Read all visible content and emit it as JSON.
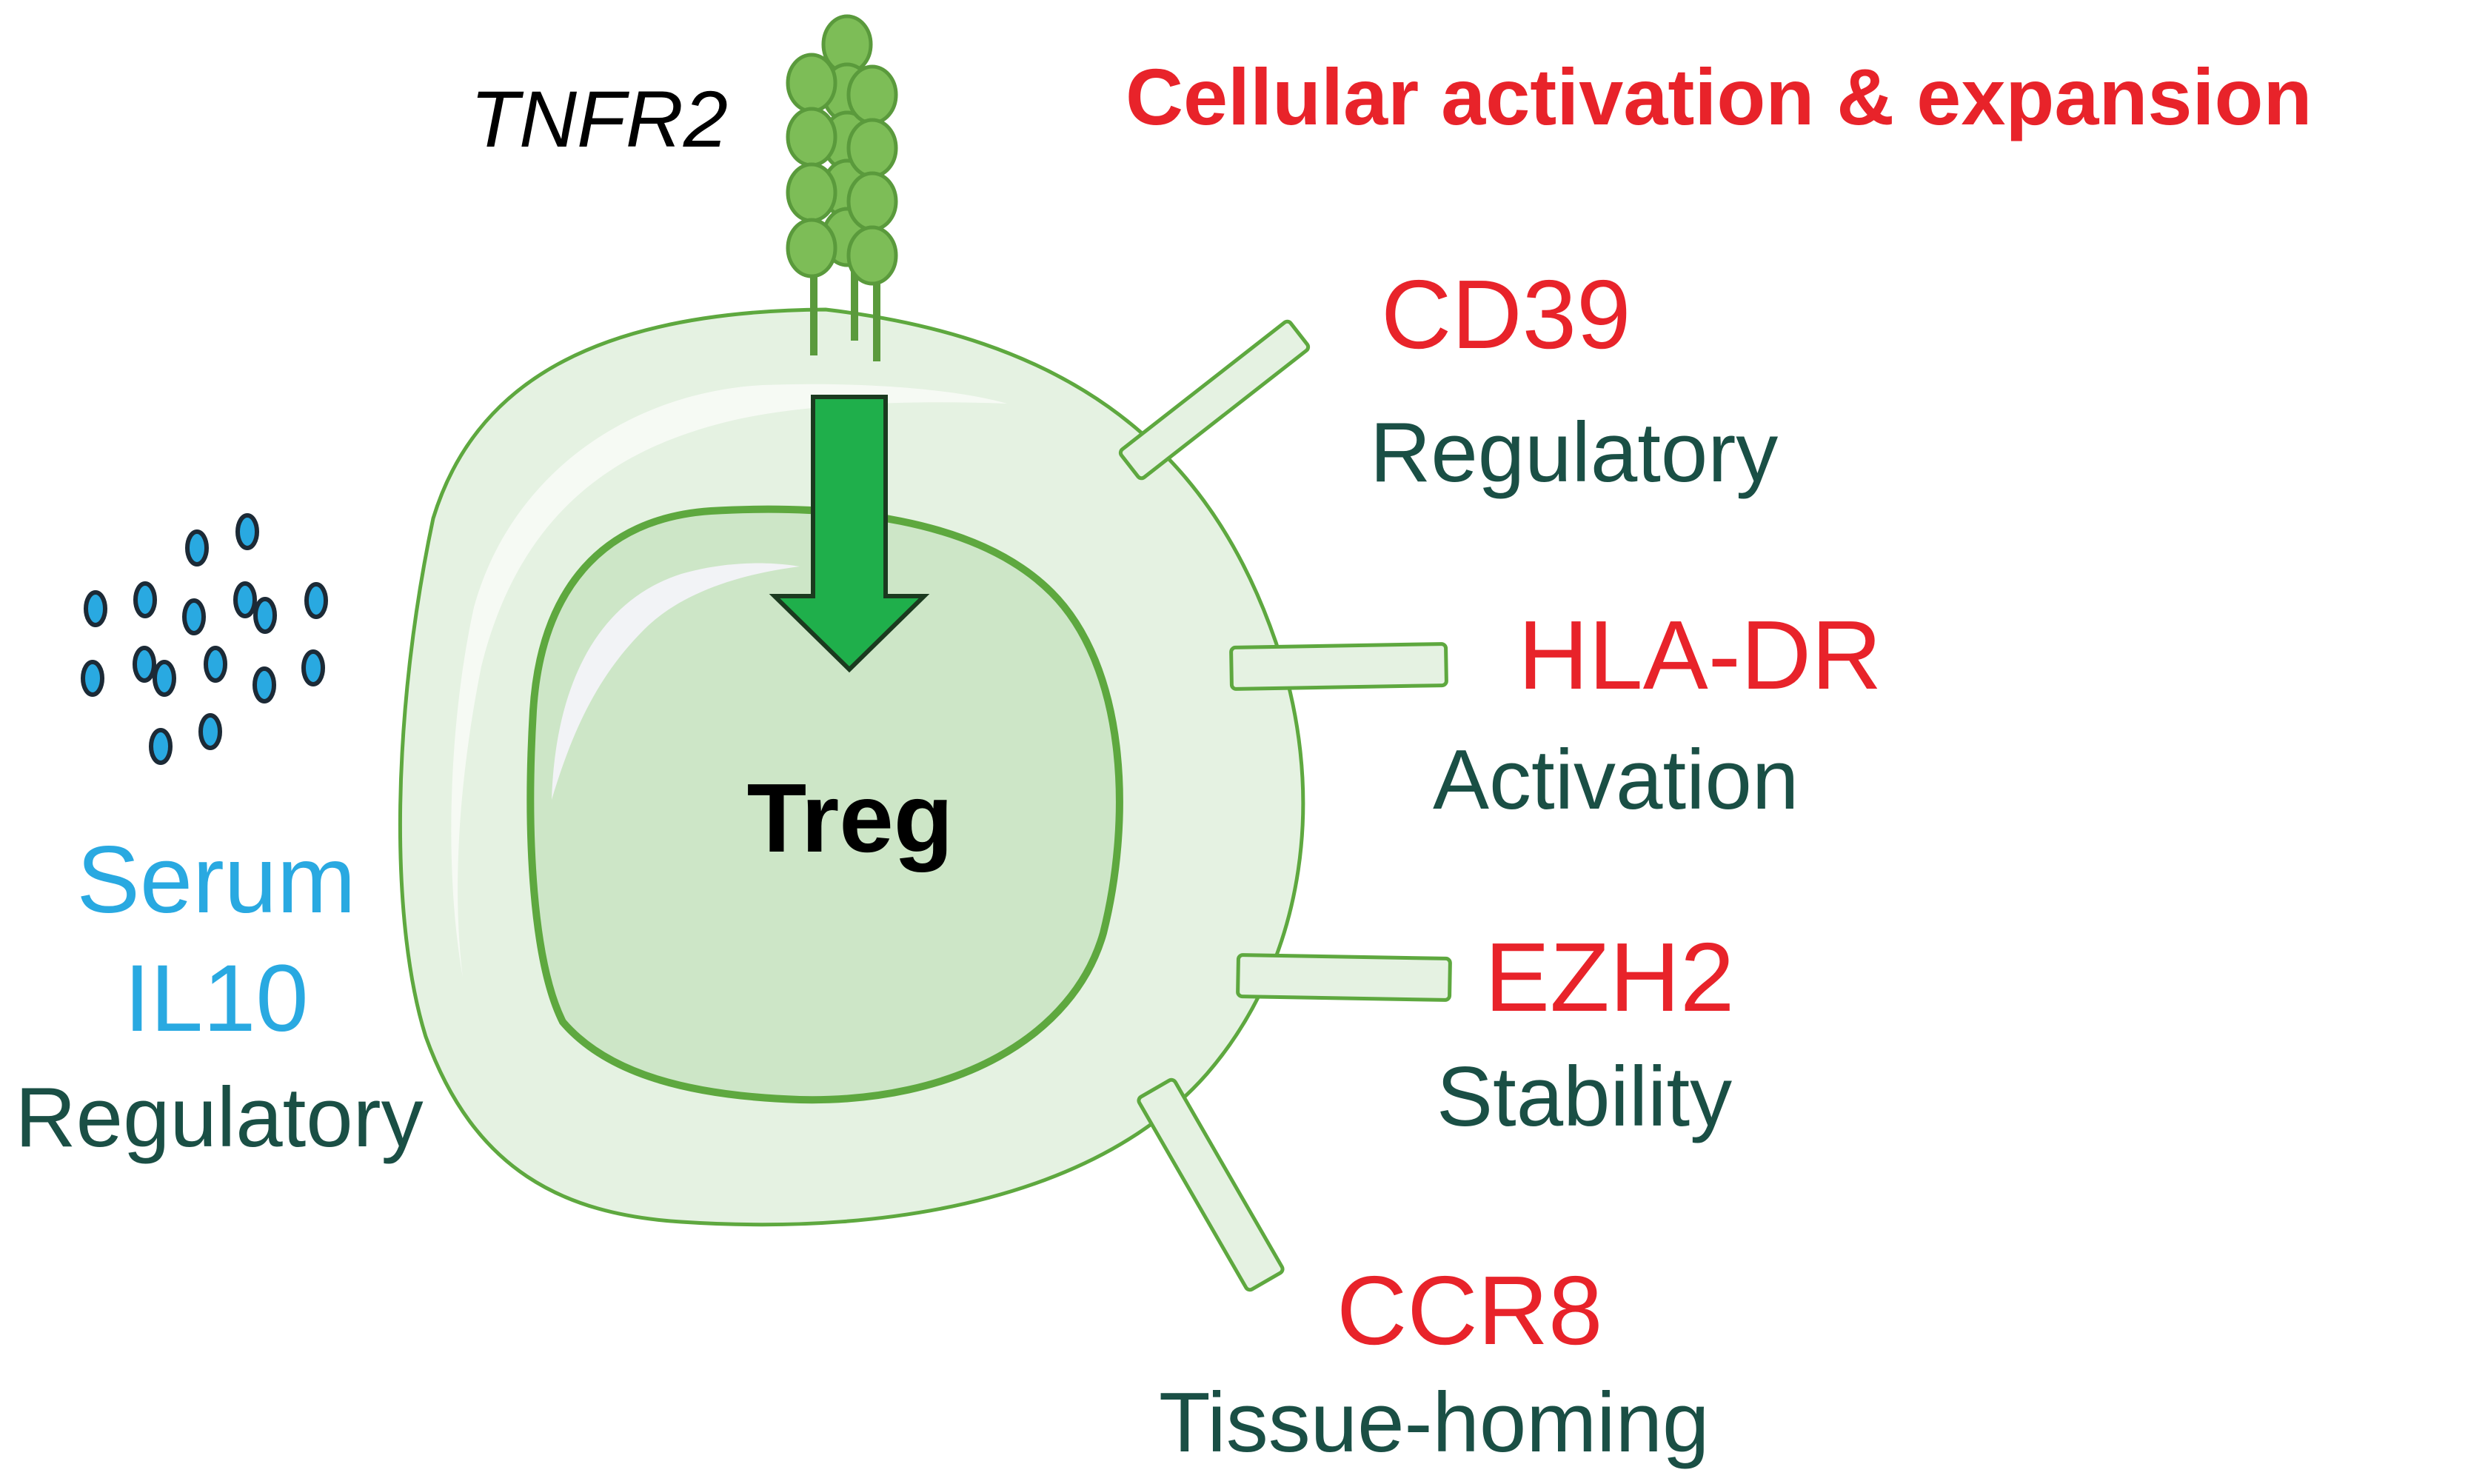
{
  "receptor": {
    "label": "TNFR2"
  },
  "header": {
    "text": "Cellular activation & expansion"
  },
  "cell": {
    "label": "Treg"
  },
  "serum": {
    "line1": "Serum",
    "line2": "IL10",
    "role": "Regulatory"
  },
  "markers": [
    {
      "name": "CD39",
      "role": "Regulatory"
    },
    {
      "name": "HLA-DR",
      "role": "Activation"
    },
    {
      "name": "EZH2",
      "role": "Stability"
    },
    {
      "name": "CCR8",
      "role": "Tissue-homing"
    }
  ],
  "colors": {
    "marker_red": "#e8232a",
    "role_dark_teal": "#1a4f45",
    "serum_blue": "#29a9e1",
    "membrane_green": "#5ea83f",
    "cytoplasm": "#e5f2e2",
    "nucleus": "#cde6c7",
    "arrow_green": "#1faf4b",
    "receptor_green": "#7dbd57"
  }
}
